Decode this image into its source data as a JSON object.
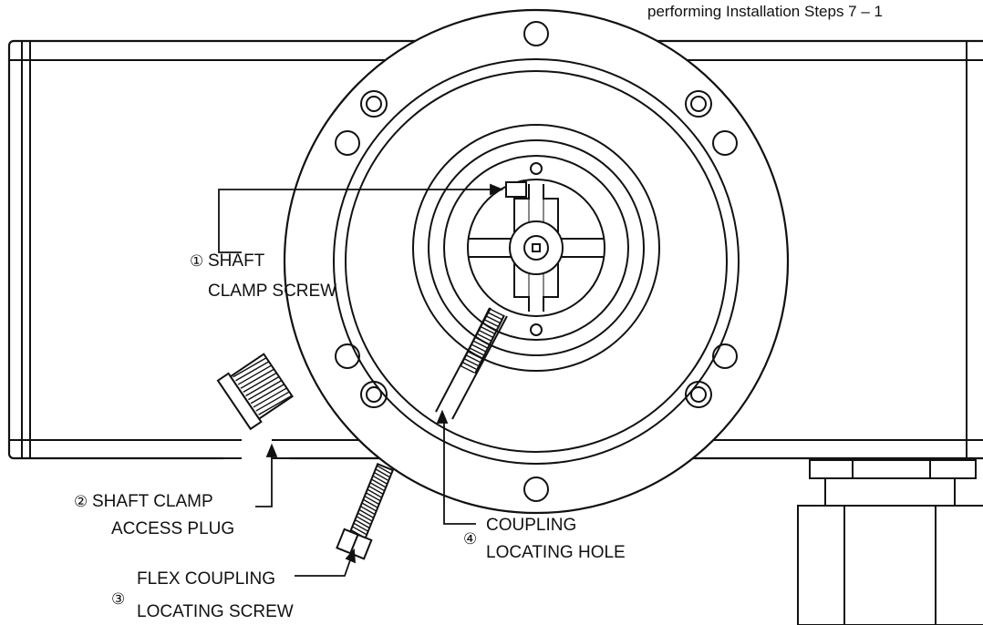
{
  "header_note": "performing Installation Steps 7 – 1",
  "callouts": [
    {
      "number": "①",
      "line1": "SHAFT",
      "line2": "CLAMP SCREW"
    },
    {
      "number": "②",
      "line1": "SHAFT CLAMP",
      "line2": "ACCESS PLUG"
    },
    {
      "number": "③",
      "line1": "FLEX COUPLING",
      "line2": "LOCATING SCREW"
    },
    {
      "number": "④",
      "line1": "COUPLING",
      "line2": "LOCATING HOLE"
    }
  ]
}
